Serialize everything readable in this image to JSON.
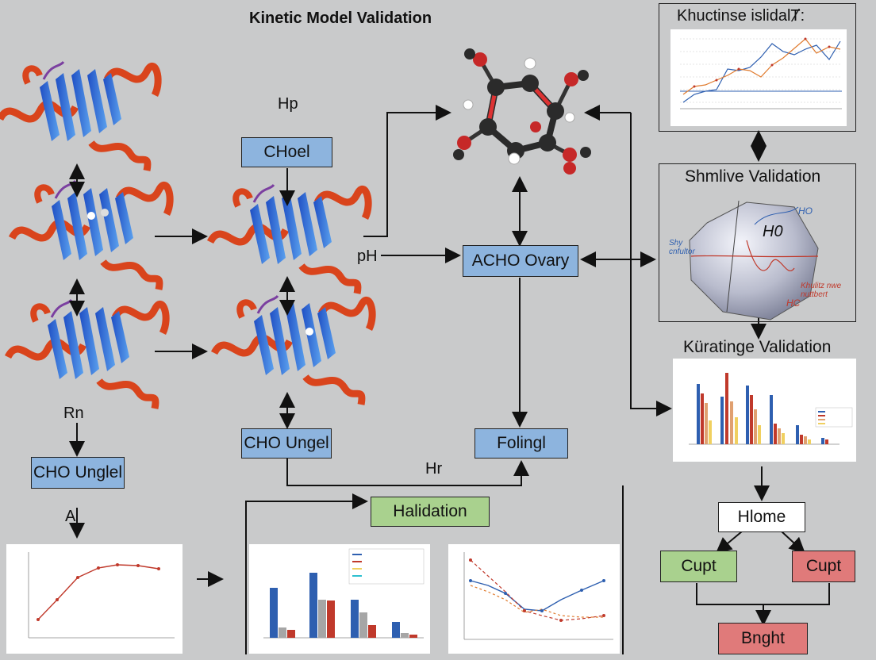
{
  "title": "Kinetic Model Validation",
  "nodes": {
    "choel": "CHoel",
    "acho_ovary": "ACHO Ovary",
    "cho_ungel_mid": "CHO Ungel",
    "cho_unglel_left": "CHO Unglel",
    "folingl": "Folingl",
    "halidation": "Halidation",
    "hlome": "Hlome",
    "cupt_green": "Cupt",
    "cupt_red": "Cupt",
    "bnght": "Bnght"
  },
  "labels": {
    "hp": "Hp",
    "ph": "pH",
    "rn": "Rn",
    "a": "A",
    "hr": "Hr"
  },
  "panels": {
    "top_right_title": "Khuctinse islidalȾ:",
    "shmlive_title": "Shmlive Validation",
    "kuratinge_title": "Küratinge Validation",
    "sphere_ho_top": "HO",
    "sphere_ho_center": "H0",
    "sphere_hc": "HC",
    "sphere_left": "Shy\ncnfultor",
    "sphere_right": "Khulitz nwe\nnuttbert"
  },
  "colors": {
    "box_blue": "#8db4de",
    "box_green": "#a9d18e",
    "box_red": "#e07a7a",
    "helix": "#d9441c",
    "strand": "#2a62d6",
    "series_blue": "#2e5fb0",
    "series_red": "#c0392b",
    "series_orange": "#e07b2e",
    "series_gray": "#a6a6a6",
    "series_yellow": "#f0d060"
  },
  "icons": [
    "protein-structure-icon",
    "molecule-icon",
    "sphere-plot-icon"
  ]
}
